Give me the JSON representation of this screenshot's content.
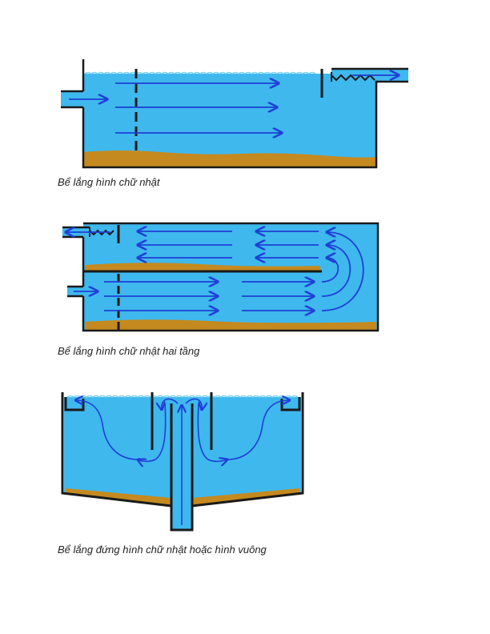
{
  "colors": {
    "water": "#3fb8ee",
    "sludge": "#c48a1f",
    "wall": "#1a1a1a",
    "arrow": "#1f3fd6"
  },
  "figures": [
    {
      "caption": "Bể lắng hình chữ nhật"
    },
    {
      "caption": "Bể lắng hình chữ nhật hai tầng"
    },
    {
      "caption": "Bể lắng đứng hình chữ nhật hoặc hình vuông"
    }
  ]
}
